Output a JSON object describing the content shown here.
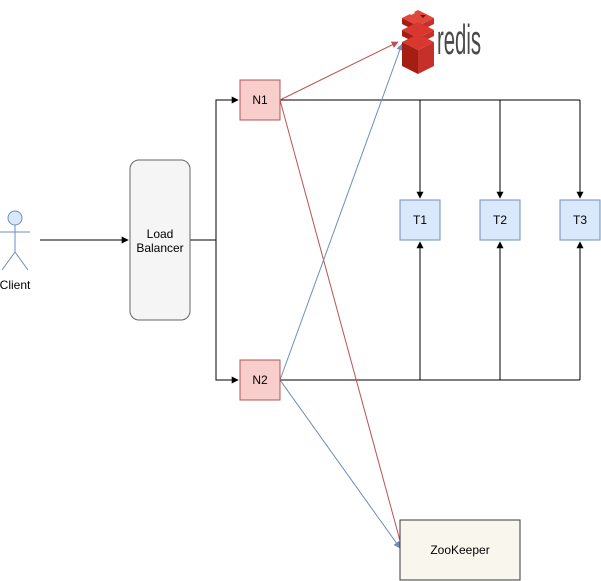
{
  "diagram": {
    "client": {
      "label": "Client"
    },
    "load_balancer": {
      "label_line1": "Load",
      "label_line2": "Balancer"
    },
    "nodes": [
      {
        "id": "n1",
        "label": "N1"
      },
      {
        "id": "n2",
        "label": "N2"
      }
    ],
    "targets": [
      {
        "id": "t1",
        "label": "T1"
      },
      {
        "id": "t2",
        "label": "T2"
      },
      {
        "id": "t3",
        "label": "T3"
      }
    ],
    "redis": {
      "logo_text": "redis"
    },
    "zookeeper": {
      "label": "ZooKeeper"
    },
    "colors": {
      "node_fill": "#f8cecc",
      "node_stroke": "#b85450",
      "target_fill": "#dae8fc",
      "target_stroke": "#6c8ebf",
      "lb_fill": "#f5f5f5",
      "lb_stroke": "#666666",
      "zk_fill": "#f9f7ed",
      "zk_stroke": "#36393d",
      "red_edge": "#b85450",
      "blue_edge": "#6c8ebf",
      "redis_red": "#c6302b",
      "actor_fill": "#dae8fc",
      "actor_stroke": "#6c8ebf"
    }
  }
}
